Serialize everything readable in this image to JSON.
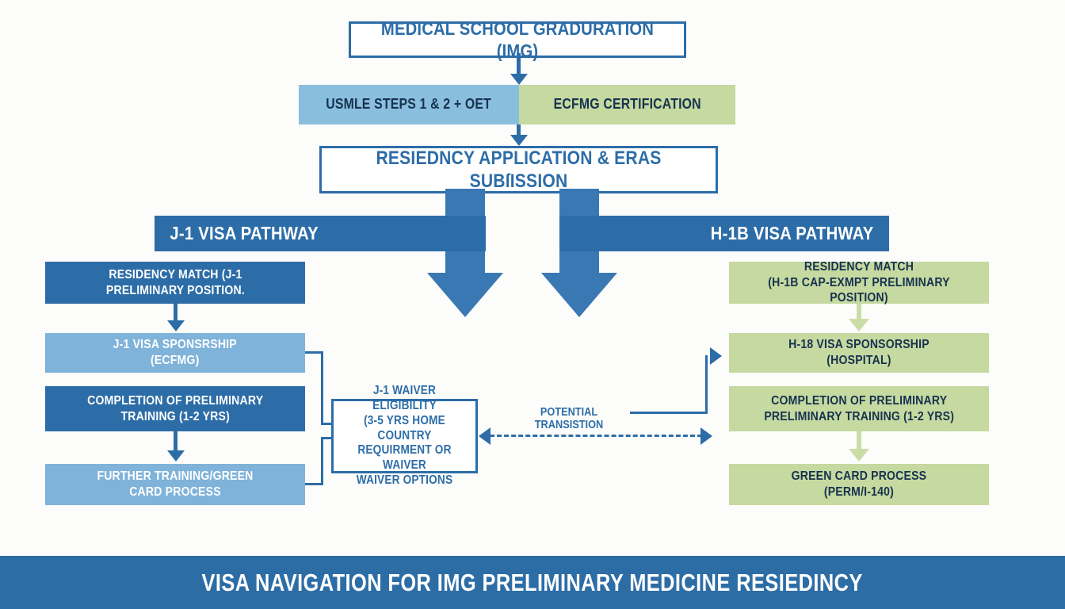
{
  "colors": {
    "deep_blue": "#2d6da7",
    "arrow_blue": "#3a78b4",
    "light_blue_box": "#7fb3da",
    "pale_blue_bar": "#8abede",
    "green_box": "#c6d9a0",
    "green_arrow": "#cbdda6",
    "navy_text": "#16324f",
    "background": "#fcfcfb"
  },
  "top_flow": {
    "medical_school_label": "MEDICAL SCHOOL GRADURATION (IMG)",
    "usmle_label": "USMLE STEPS 1 & 2 + OET",
    "ecfmg_label": "ECFMG CERTIFICATION",
    "residency_application_label": "RESIEDNCY APPLICATION & ERAS SUBſISSION"
  },
  "j1_pathway": {
    "header_label": "J-1 VISA PATHWAY",
    "steps": [
      {
        "line1": "RESIDENCY MATCH (J-1",
        "line2": "PRELIMINARY POSITION."
      },
      {
        "line1": "J-1 VISA SPONSRSHIP",
        "line2": "(ECFMG)"
      },
      {
        "line1": "COMPLETION OF PRELIMINARY",
        "line2": "TRAINING (1-2 YRS)"
      },
      {
        "line1": "FURTHER TRAINING/GREEN",
        "line2": "CARD PROCESS"
      }
    ]
  },
  "h1b_pathway": {
    "header_label": "H-1B VISA PATHWAY",
    "steps": [
      {
        "line1": "RESIDENCY MATCH",
        "line2": "(H-1B CAP-EXMPT PRELIMINARY POSITION)"
      },
      {
        "line1": "H-18 VISA SPONSORSHIP",
        "line2": "(HOSPITAL)"
      },
      {
        "line1": "COMPLETION OF PRELIMINARY",
        "line2": "PRELIMINARY TRAINING (1-2 YRS)"
      },
      {
        "line1": "GREEN CARD PROCESS",
        "line2": "(PERM/I-140)"
      }
    ]
  },
  "waiver_box": {
    "line1": "J-1 WAIVER ELIGIBILITY",
    "line2": "(3-5 YRS HOME COUNTRY",
    "line3": "REQUIRMENT OR WAIVER",
    "line4": "WAIVER OPTIONS"
  },
  "transition_label": "POTENTIAL TRANSISTION",
  "footer_title": "VISA NAVIGATION FOR IMG PRELIMINARY MEDICINE RESIEDINCY"
}
